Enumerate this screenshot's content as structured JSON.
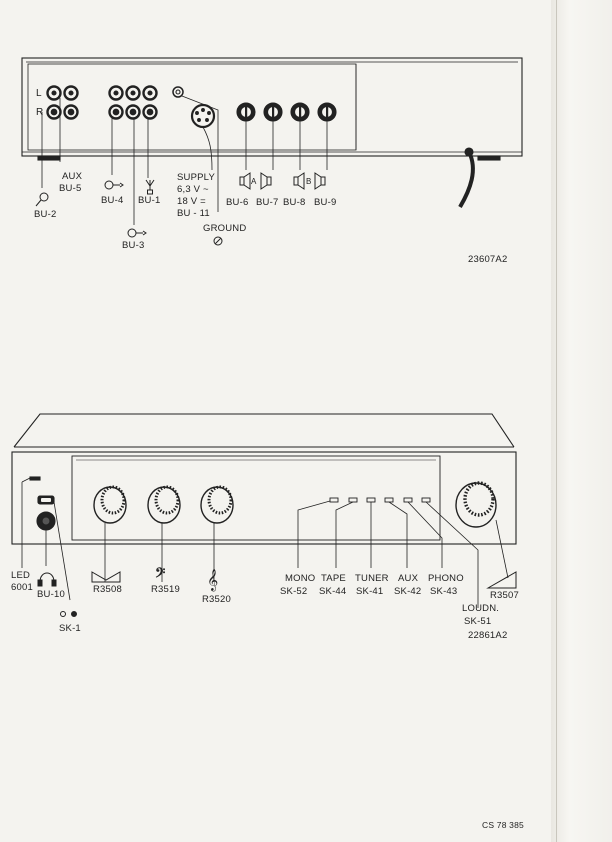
{
  "top_diagram": {
    "channels": {
      "left": "L",
      "right": "R"
    },
    "labels": {
      "aux": "AUX",
      "bu5": "BU-5",
      "bu2": "BU-2",
      "bu4": "BU-4",
      "bu1": "BU-1",
      "bu3": "BU-3",
      "supply": "SUPPLY",
      "supply_ac": "6,3 V ~",
      "supply_dc": "18 V =",
      "bu11": "BU - 11",
      "ground": "GROUND",
      "speakers": [
        "BU-6",
        "BU-7",
        "BU-8",
        "BU-9"
      ],
      "speaker_group_a": "A",
      "speaker_group_b": "B"
    },
    "ref": "23607A2"
  },
  "bottom_diagram": {
    "labels": {
      "led": "LED",
      "led_num": "6001",
      "bu10": "BU-10",
      "sk1": "SK-1",
      "r3508": "R3508",
      "r3519": "R3519",
      "r3520": "R3520",
      "mono": "MONO",
      "sk52": "SK-52",
      "tape": "TAPE",
      "sk44": "SK-44",
      "tuner": "TUNER",
      "sk41": "SK-41",
      "aux": "AUX",
      "sk42": "SK-42",
      "phono": "PHONO",
      "sk43": "SK-43",
      "r3507": "R3507",
      "loudn": "LOUDN.",
      "sk51": "SK-51"
    },
    "ref": "22861A2"
  },
  "footer": {
    "doc": "CS 78 385"
  }
}
